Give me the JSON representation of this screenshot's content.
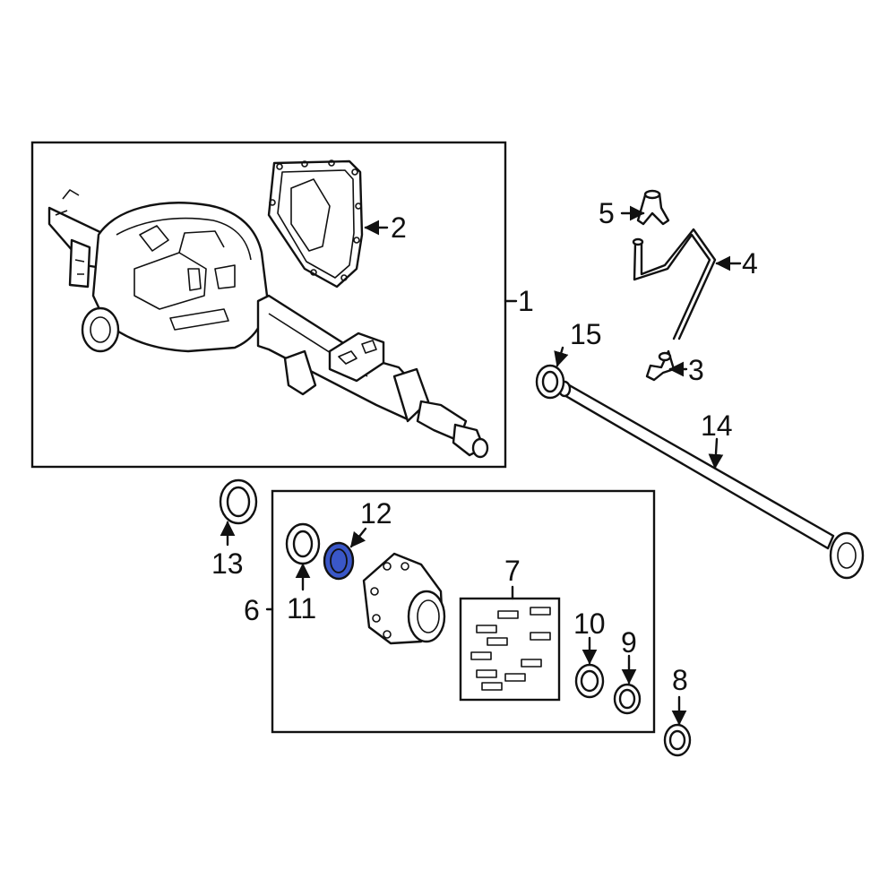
{
  "diagram": {
    "callouts": {
      "c1": "1",
      "c2": "2",
      "c3": "3",
      "c4": "4",
      "c5": "5",
      "c6": "6",
      "c7": "7",
      "c8": "8",
      "c9": "9",
      "c10": "10",
      "c11": "11",
      "c12": "12",
      "c13": "13",
      "c14": "14",
      "c15": "15"
    },
    "highlight_color": "#3a57c8",
    "highlighted_part": "12"
  }
}
